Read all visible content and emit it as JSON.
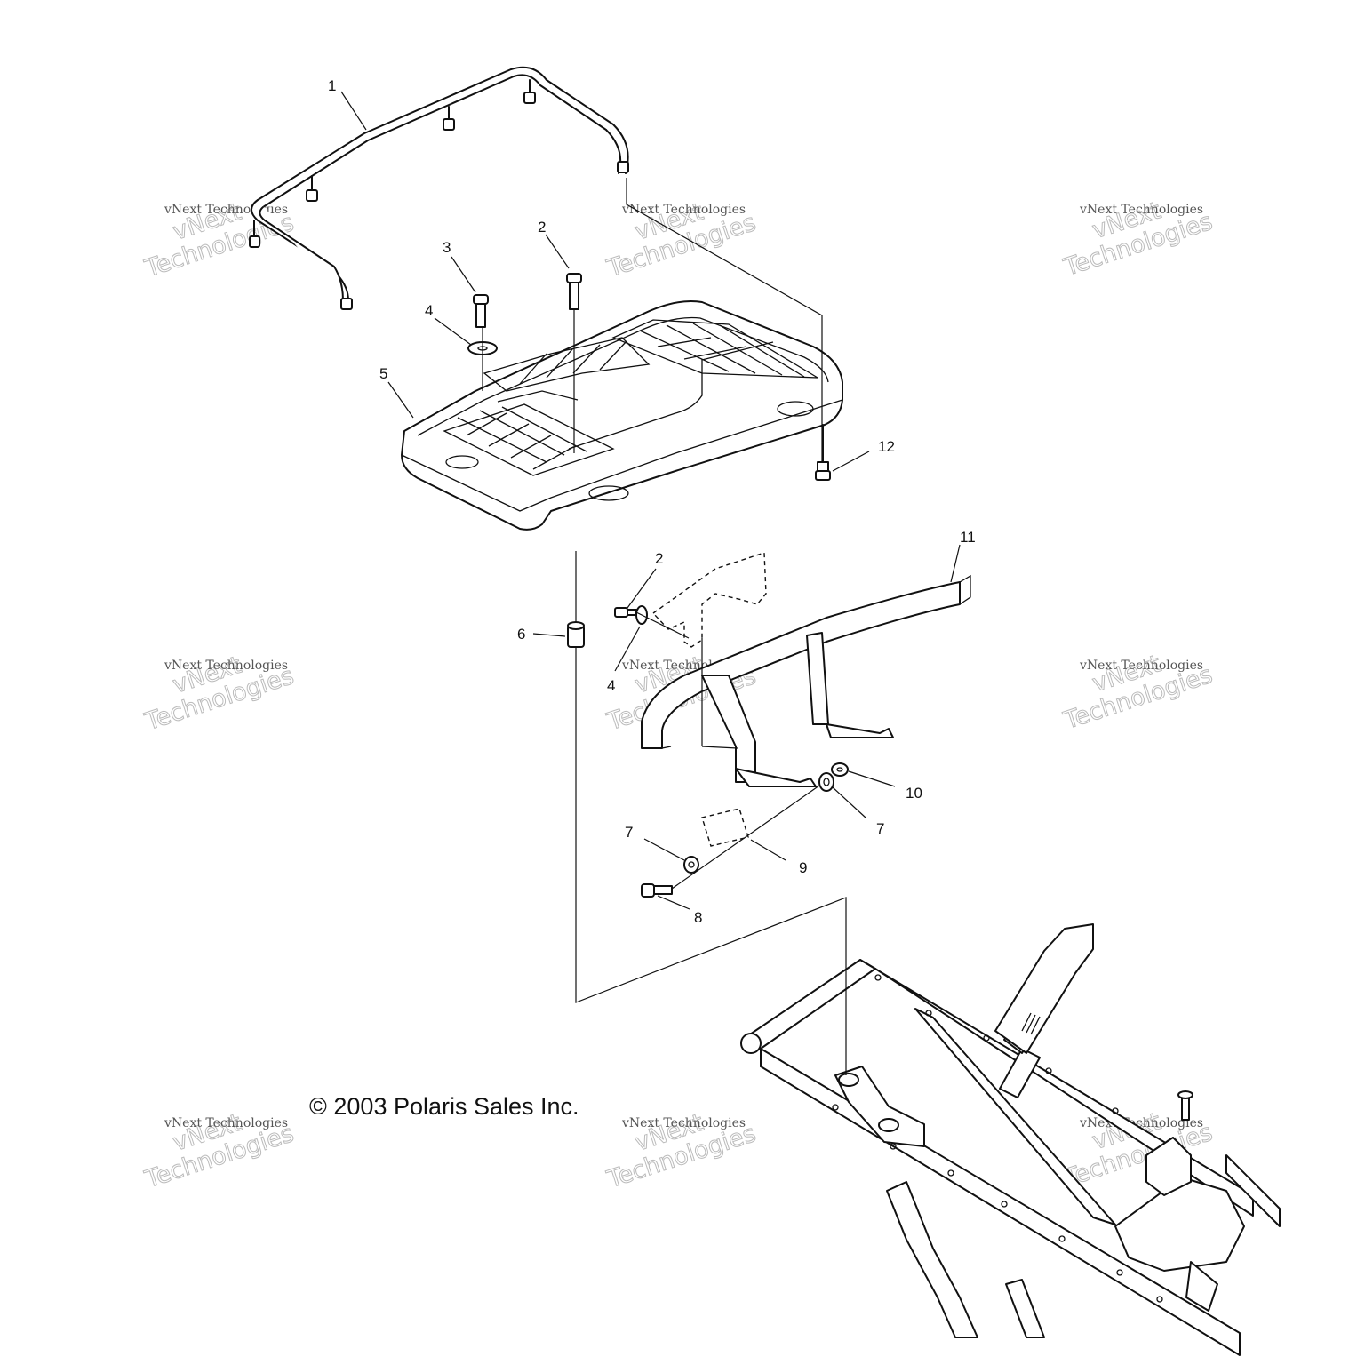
{
  "diagram": {
    "copyright": "© 2003 Polaris Sales Inc.",
    "callouts": [
      {
        "id": "c1",
        "label": "1"
      },
      {
        "id": "c2a",
        "label": "2"
      },
      {
        "id": "c3",
        "label": "3"
      },
      {
        "id": "c4a",
        "label": "4"
      },
      {
        "id": "c5",
        "label": "5"
      },
      {
        "id": "c12",
        "label": "12"
      },
      {
        "id": "c11",
        "label": "11"
      },
      {
        "id": "c2b",
        "label": "2"
      },
      {
        "id": "c6",
        "label": "6"
      },
      {
        "id": "c4b",
        "label": "4"
      },
      {
        "id": "c10",
        "label": "10"
      },
      {
        "id": "c7a",
        "label": "7"
      },
      {
        "id": "c7b",
        "label": "7"
      },
      {
        "id": "c9",
        "label": "9"
      },
      {
        "id": "c8",
        "label": "8"
      }
    ],
    "watermark": {
      "line1": "vNext Technologies",
      "line2": "vNext",
      "line3": "Technologies"
    }
  }
}
